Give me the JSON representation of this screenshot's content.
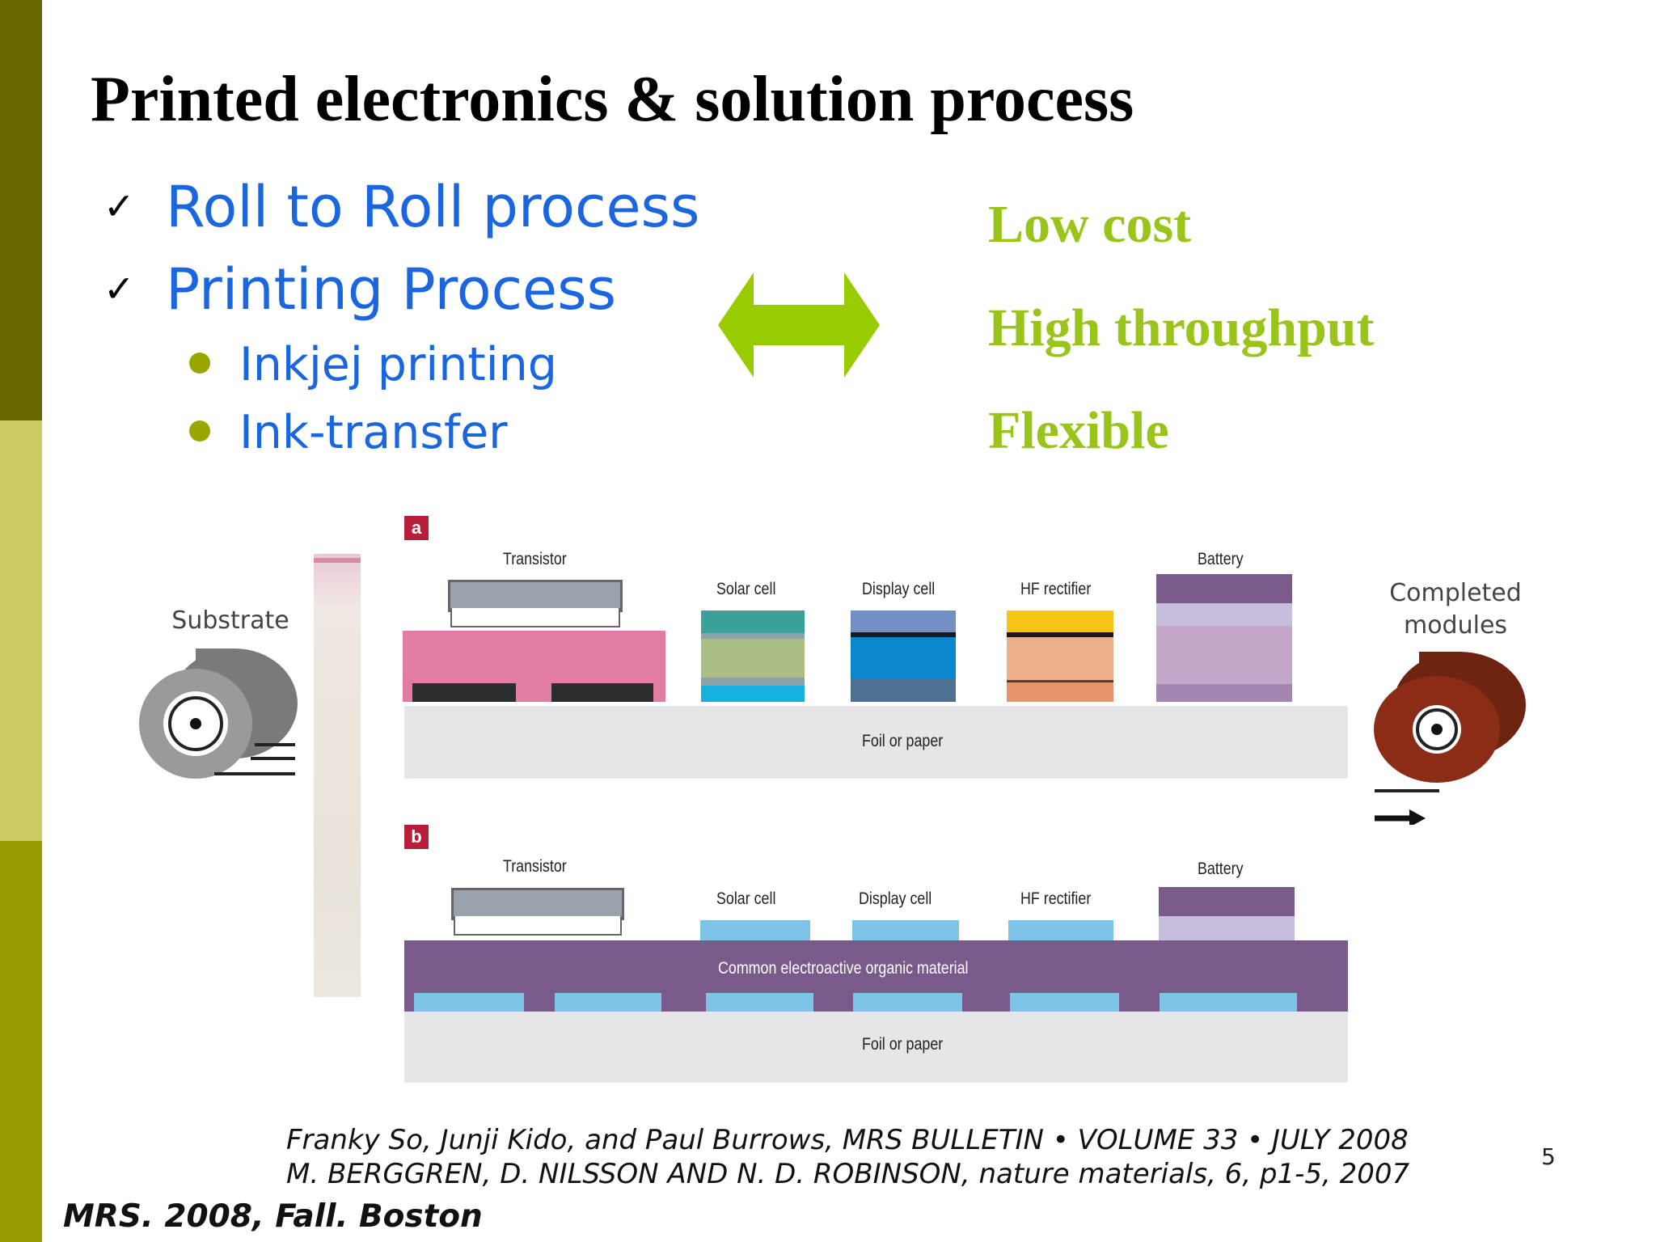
{
  "slide": {
    "title": "Printed electronics & solution process",
    "bullets": [
      {
        "check": "✓",
        "text": "Roll to Roll process"
      },
      {
        "check": "✓",
        "text": "Printing Process"
      }
    ],
    "sub_bullets": [
      "Inkjej printing",
      "Ink-transfer"
    ],
    "benefits": [
      "Low cost",
      "High throughput",
      "Flexible"
    ],
    "arrow_icon": "double-headed-arrow-icon",
    "colors": {
      "bullet_text": "#1a66e0",
      "benefit_text": "#99c41a",
      "arrow": "#99cc00",
      "sidebar_dark": "#666600",
      "sidebar_light": "#cccc66",
      "sidebar_olive": "#999900"
    }
  },
  "figure": {
    "substrate_label": "Substrate",
    "completed_label": "Completed modules",
    "panel_a": {
      "tag": "a",
      "labels": {
        "transistor": "Transistor",
        "solar": "Solar cell",
        "display": "Display cell",
        "hf": "HF rectifier",
        "battery": "Battery",
        "foil": "Foil or paper"
      }
    },
    "panel_b": {
      "tag": "b",
      "labels": {
        "transistor": "Transistor",
        "solar": "Solar cell",
        "display": "Display cell",
        "hf": "HF rectifier",
        "battery": "Battery",
        "common": "Common electroactive organic material",
        "foil": "Foil or paper"
      }
    }
  },
  "references": [
    "Franky So, Junji Kido, and Paul Burrows, MRS BULLETIN • VOLUME 33 • JULY 2008",
    "M. BERGGREN, D. NILSSON AND N. D. ROBINSON, nature materials, 6, p1-5, 2007"
  ],
  "page_number": "5",
  "footer": "MRS. 2008, Fall. Boston"
}
